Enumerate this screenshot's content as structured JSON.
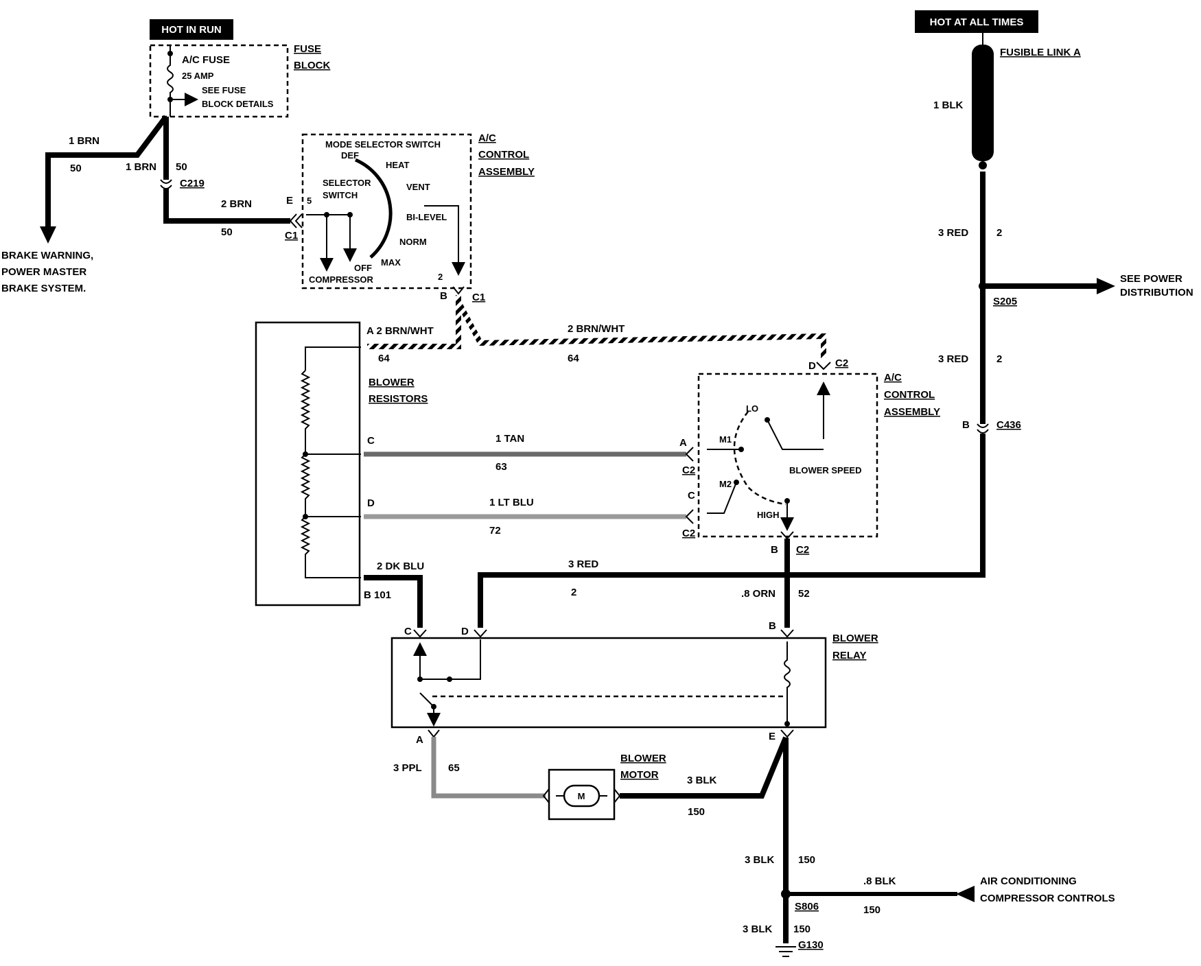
{
  "labels": {
    "hot_in_run": "HOT IN RUN",
    "hot_at_all_times": "HOT AT ALL TIMES",
    "ac_fuse": "A/C FUSE",
    "fuse_amp": "25 AMP",
    "see_fuse_1": "SEE FUSE",
    "see_fuse_2": "BLOCK DETAILS",
    "fuse_block_1": "FUSE",
    "fuse_block_2": "BLOCK",
    "fusible_link": "FUSIBLE LINK A",
    "mode_selector": "MODE SELECTOR  SWITCH",
    "def": "DEF",
    "heat": "HEAT",
    "vent": "VENT",
    "bilevel": "BI-LEVEL",
    "norm": "NORM",
    "max": "MAX",
    "off": "OFF",
    "selector_1": "SELECTOR",
    "selector_2": "SWITCH",
    "compressor": "COMPRESSOR",
    "ac_control_1": "A/C",
    "ac_control_2": "CONTROL",
    "ac_control_3": "ASSEMBLY",
    "brake_1": "BRAKE WARNING,",
    "brake_2": "POWER MASTER",
    "brake_3": "BRAKE SYSTEM.",
    "see_power_1": "SEE POWER",
    "see_power_2": "DISTRIBUTION",
    "blower_resistors_1": "BLOWER",
    "blower_resistors_2": "RESISTORS",
    "lo": "LO",
    "m1": "M1",
    "m2": "M2",
    "high": "HIGH",
    "blower_speed": "BLOWER SPEED",
    "blower_relay_1": "BLOWER",
    "blower_relay_2": "RELAY",
    "blower_motor_1": "BLOWER",
    "blower_motor_2": "MOTOR",
    "motor_m": "M",
    "ac_comp_1": "AIR CONDITIONING",
    "ac_comp_2": "COMPRESSOR CONTROLS"
  },
  "wires": {
    "brn_1": "1 BRN",
    "brn_1b": "1 BRN",
    "brn_2": "2 BRN",
    "c50a": "50",
    "c50b": "50",
    "c50c": "50",
    "blk_1": "1 BLK",
    "red_3a": "3 RED",
    "c2a": "2",
    "red_3b": "3 RED",
    "c2b": "2",
    "brnwht_a": "A 2 BRN/WHT",
    "c64a": "64",
    "brnwht_b": "2 BRN/WHT",
    "c64b": "64",
    "tan": "1 TAN",
    "c63": "63",
    "ltblu": "1 LT BLU",
    "c72": "72",
    "dkblu": "2 DK BLU",
    "c101": "B  101",
    "red_3c": "3 RED",
    "c2c": "2",
    "orn": ".8 ORN",
    "c52": "52",
    "ppl": "3 PPL",
    "c65": "65",
    "blk_3a": "3 BLK",
    "c150a": "150",
    "blk_3b": "3 BLK",
    "c150b": "150",
    "blk_8": ".8 BLK",
    "c150c": "150",
    "blk_3c": "3 BLK",
    "c150d": "150"
  },
  "connectors": {
    "c219": "C219",
    "c1": "C1",
    "c1b": "C1",
    "c2_top": "C2",
    "c2_a": "C2",
    "c2_c": "C2",
    "c2_b": "C2",
    "c436": "C436",
    "s205": "S205",
    "s806": "S806",
    "g130": "G130"
  },
  "pins": {
    "e": "E",
    "five": "5",
    "two": "2",
    "b_top": "B",
    "a_res": "A",
    "c_res": "C",
    "d_res": "D",
    "d_c2": "D",
    "a_c2": "A",
    "c_c2": "C",
    "b_c2": "B",
    "b_c436": "B",
    "c_relay": "C",
    "d_relay": "D",
    "b_relay": "B",
    "a_relay": "A",
    "e_relay": "E"
  }
}
